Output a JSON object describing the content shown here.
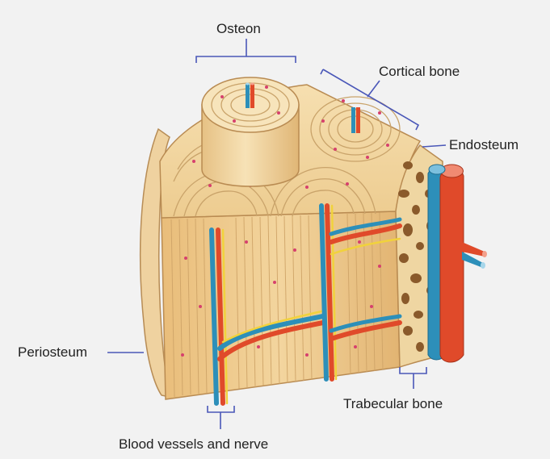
{
  "labels": {
    "osteon": "Osteon",
    "cortical_bone": "Cortical bone",
    "endosteum": "Endosteum",
    "periosteum": "Periosteum",
    "trabecular_bone": "Trabecular bone",
    "vessels": "Blood vessels and nerve"
  },
  "colors": {
    "background": "#f2f2f2",
    "bone": "#f0d39b",
    "bone_shadow": "#e2b877",
    "lamella_line": "#c9a36a",
    "osteocyte": "#d6406d",
    "artery": "#e04a2a",
    "vein": "#2d8fb9",
    "nerve": "#f1d23c",
    "trabecular_space": "#8a5a2b",
    "leader": "#4a57b8"
  }
}
